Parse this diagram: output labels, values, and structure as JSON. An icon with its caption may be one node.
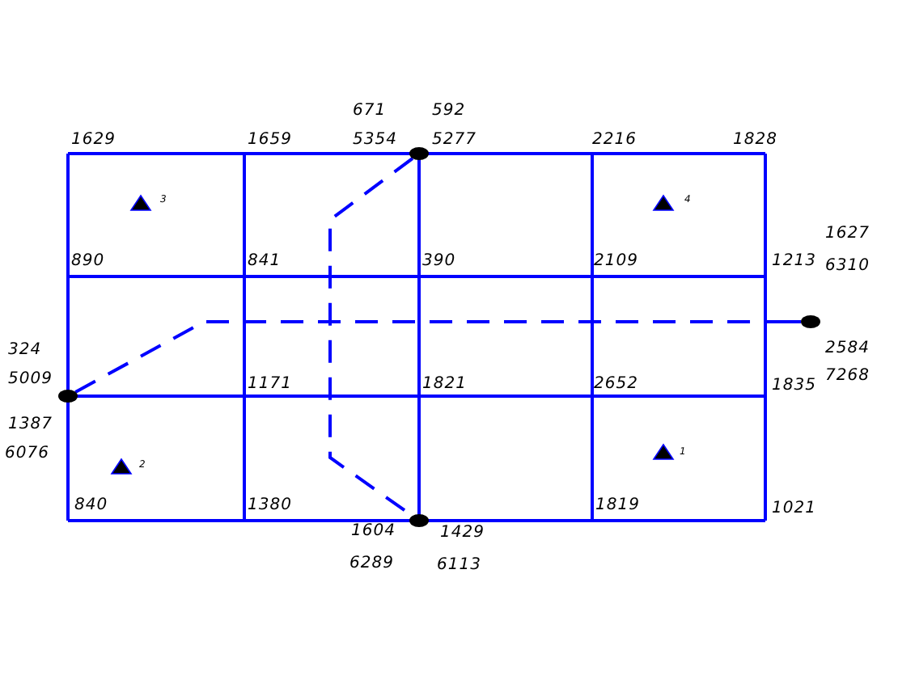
{
  "diagram": {
    "nodes": [
      {
        "text": [],
        "shape": "circle"
      },
      {
        "text": [],
        "shape": "circle"
      },
      {
        "text": [],
        "shape": "circle"
      },
      {
        "text": [],
        "shape": "circle"
      }
    ],
    "edges": [
      {
        "from": 0,
        "to": 3,
        "arrow": "none",
        "style": "dashed"
      },
      {
        "from": 1,
        "to": 2,
        "arrow": "none",
        "style": "dashed"
      }
    ],
    "labels": [
      "671",
      "592",
      "1629",
      "1659",
      "5354",
      "5277",
      "2216",
      "1828",
      "3",
      "4",
      "890",
      "841",
      "390",
      "2109",
      "1213",
      "1627",
      "6310",
      "324",
      "5009",
      "2584",
      "7268",
      "1171",
      "1821",
      "2652",
      "1835",
      "1387",
      "6076",
      "2",
      "1",
      "840",
      "1380",
      "1819",
      "1021",
      "1604",
      "1429",
      "6289",
      "6113"
    ]
  }
}
